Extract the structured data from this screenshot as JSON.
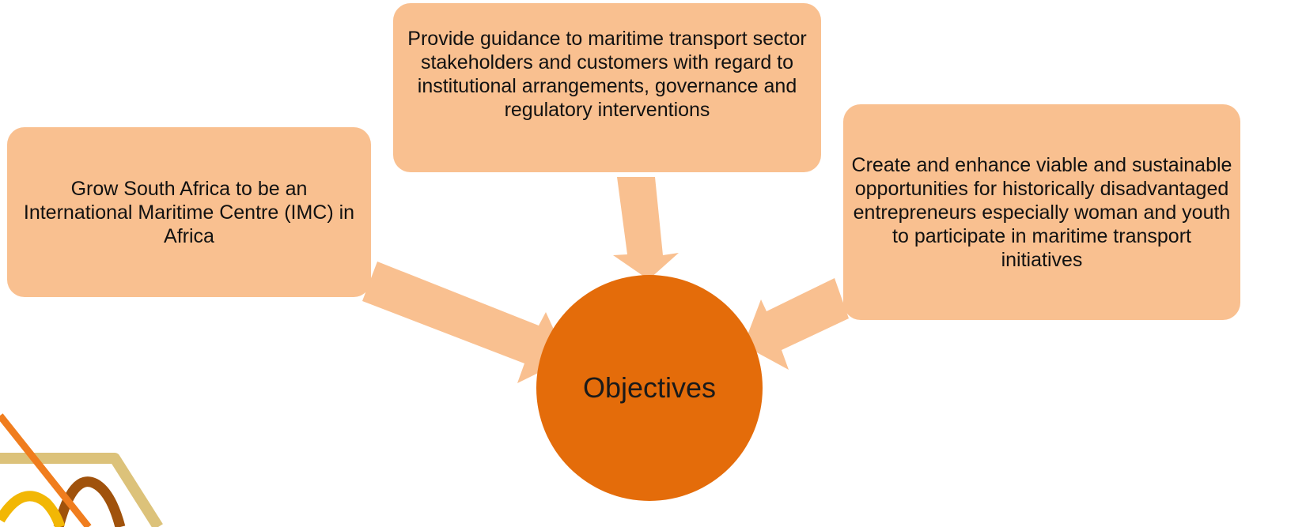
{
  "diagram": {
    "center_label": "Objectives",
    "items": [
      {
        "text": "Grow South Africa to be an International Maritime Centre (IMC) in Africa"
      },
      {
        "text": "Provide guidance to maritime transport sector stakeholders and customers with regard to institutional arrangements, governance and regulatory interventions"
      },
      {
        "text": "Create and enhance viable and sustainable opportunities for historically disadvantaged entrepreneurs especially woman and youth to participate in maritime transport initiatives"
      }
    ]
  },
  "colors": {
    "box_fill": "#f9c090",
    "center_fill": "#e46c0a",
    "arrow_fill": "#f9c090",
    "logo_orange": "#f07d1e",
    "logo_gold": "#f2b705",
    "logo_brown": "#a0520c",
    "logo_tan": "#dcc27a"
  }
}
